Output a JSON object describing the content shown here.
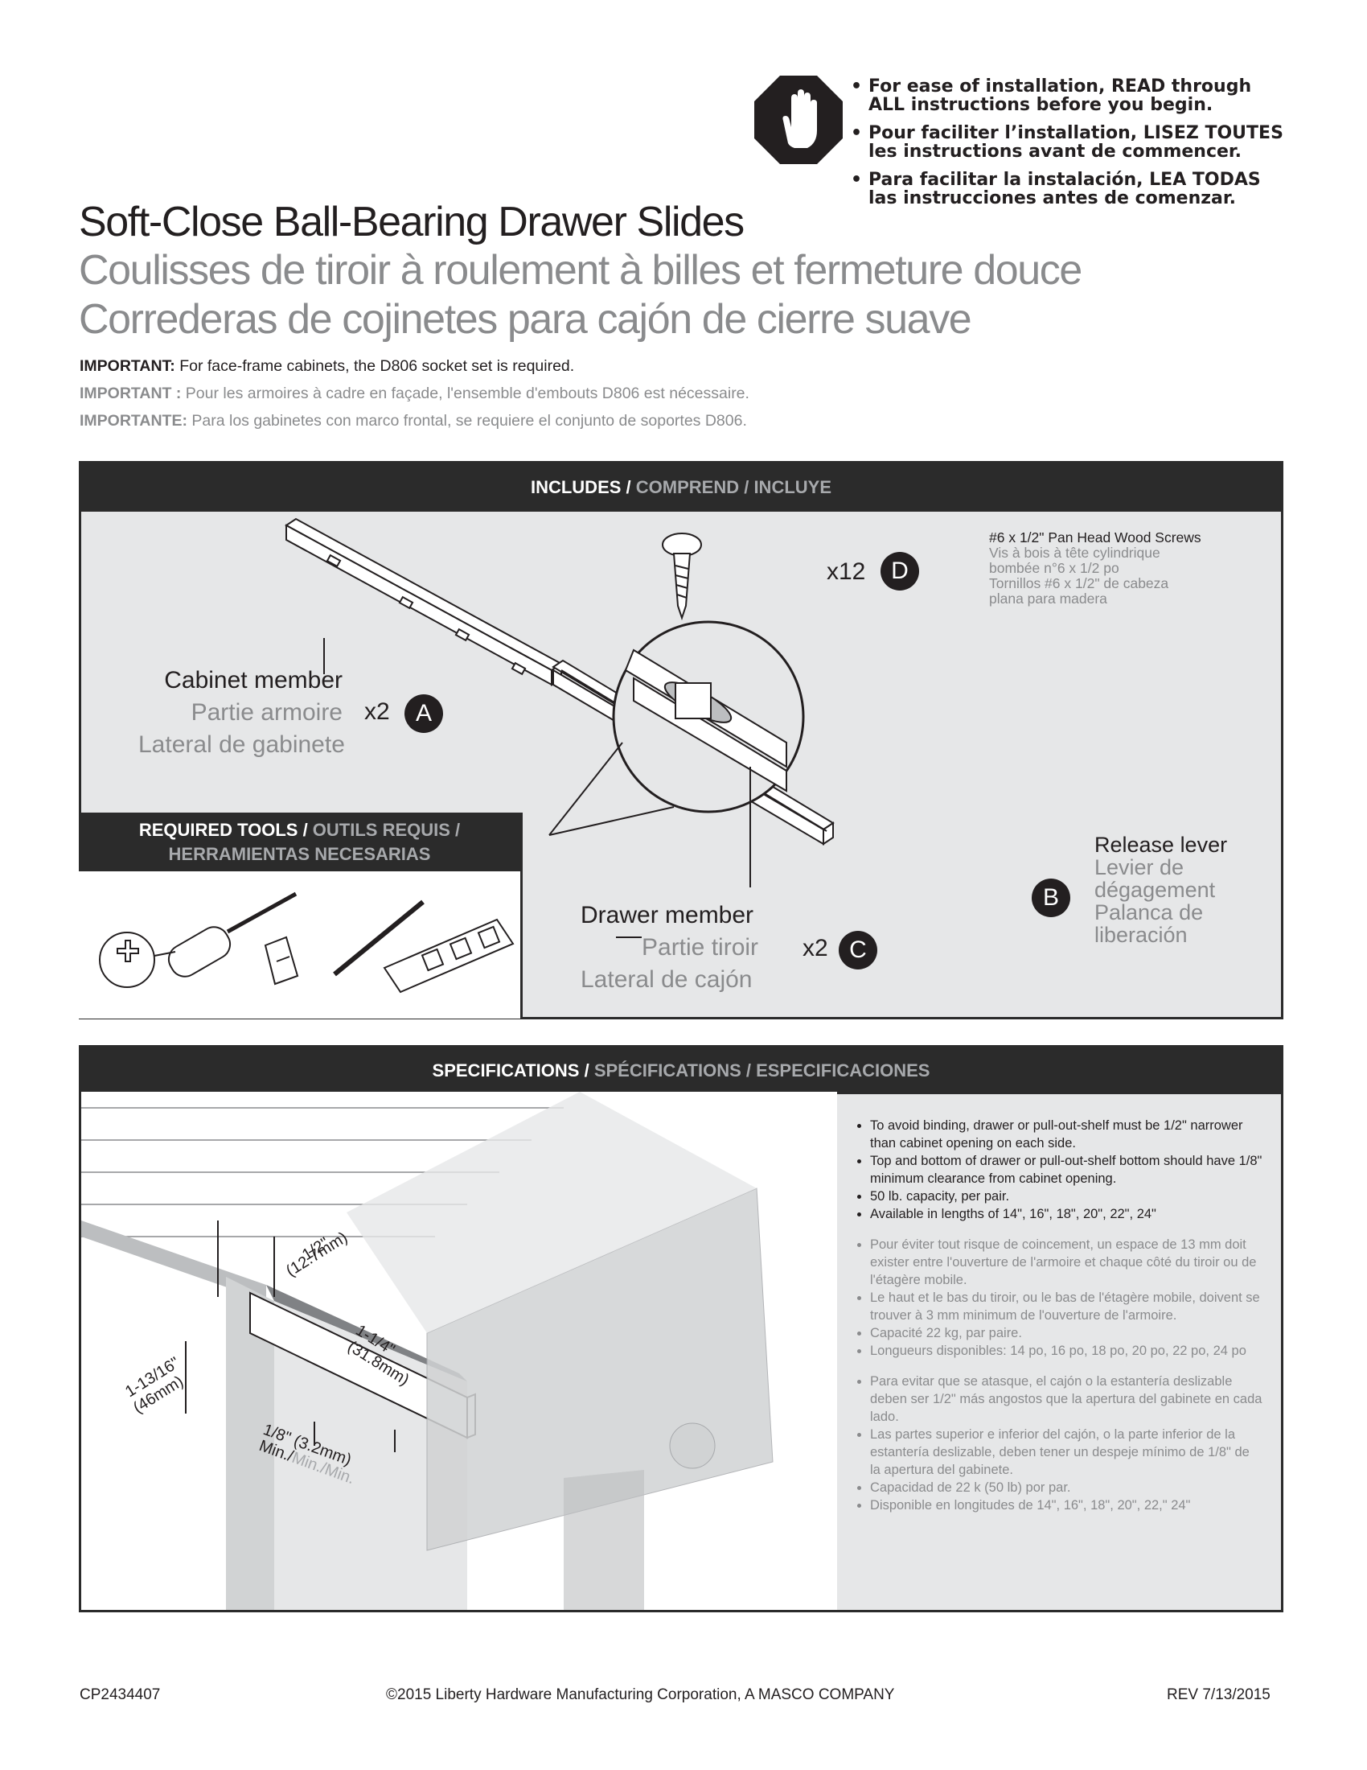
{
  "warning": {
    "items": [
      {
        "line1": "For ease of installation, READ through",
        "line2": "ALL instructions before you begin."
      },
      {
        "line1": "Pour faciliter l’installation, LISEZ TOUTES",
        "line2": "les instructions avant de commencer."
      },
      {
        "line1": "Para facilitar la instalación, LEA TODAS",
        "line2": "las instrucciones antes de comenzar."
      }
    ]
  },
  "title": {
    "en": "Soft-Close Ball-Bearing Drawer Slides",
    "fr": "Coulisses de tiroir à roulement à billes et fermeture douce",
    "es": "Correderas de cojinetes para cajón de cierre suave"
  },
  "important": {
    "en_label": "IMPORTANT:",
    "en_text": " For face-frame cabinets, the D806 socket set is required.",
    "fr_label": "IMPORTANT :",
    "fr_text": " Pour les armoires à cadre en façade, l'ensemble d'embouts D806 est nécessaire.",
    "es_label": "IMPORTANTE:",
    "es_text": " Para los gabinetes con marco frontal, se requiere el conjunto de soportes D806."
  },
  "includes": {
    "head_en": "INCLUDES / ",
    "head_fr_es": "COMPREND / INCLUYE",
    "cabinet_member": {
      "en": "Cabinet member",
      "fr": "Partie armoire",
      "es": "Lateral de gabinete",
      "qty": "x2",
      "letter": "A"
    },
    "drawer_member": {
      "en": "Drawer member",
      "fr": "Partie tiroir",
      "es": "Lateral de cajón",
      "qty": "x2",
      "letter": "C"
    },
    "release_lever": {
      "en": "Release lever",
      "fr1": "Levier de",
      "fr2": "dégagement",
      "es1": "Palanca de",
      "es2": "liberación",
      "letter": "B"
    },
    "screws": {
      "qty": "x12",
      "letter": "D",
      "en": "#6 x 1/2\" Pan Head Wood Screws",
      "fr1": "Vis à bois à tête cylindrique",
      "fr2": "bombée n°6 x 1/2 po",
      "es1": "Tornillos #6 x 1/2\" de cabeza",
      "es2": "plana para madera"
    }
  },
  "tools": {
    "head_en": "REQUIRED TOOLS / ",
    "head_fr": "OUTILS REQUIS /",
    "head_es": "HERRAMIENTAS NECESARIAS"
  },
  "specs": {
    "head_en": "SPECIFICATIONS / ",
    "head_rest": "SPÉCIFICATIONS / ESPECIFICACIONES",
    "dims": {
      "half": "1/2\"",
      "half_mm": "(12.7mm)",
      "one_quarter": "1-1/4\"",
      "one_quarter_mm": "(31.8mm)",
      "thirteen": "1-13/16\"",
      "thirteen_mm": "(46mm)",
      "eighth": "1/8\" (3.2mm)",
      "min_en": "Min./",
      "min_rest": "Min./Min."
    },
    "en": [
      "To avoid binding, drawer or pull-out-shelf must be 1/2\" narrower than cabinet opening on each side.",
      "Top and bottom of drawer or pull-out-shelf bottom should have 1/8\" minimum clearance from cabinet opening.",
      "50 lb. capacity, per pair.",
      "Available in lengths of 14\", 16\", 18\", 20\", 22\", 24\""
    ],
    "fr": [
      "Pour éviter tout risque de coincement, un espace de 13 mm doit exister entre l'ouverture de l'armoire et chaque côté du tiroir ou de l'étagère mobile.",
      "Le haut et le bas du tiroir, ou le bas de l'étagère mobile, doivent se trouver à 3 mm minimum de l'ouverture de l'armoire.",
      "Capacité 22 kg, par paire.",
      "Longueurs disponibles:  14 po, 16 po, 18 po, 20 po, 22 po, 24 po"
    ],
    "es": [
      "Para evitar que se atasque, el cajón o la estantería deslizable deben ser 1/2\" más angostos que la apertura del gabinete en cada lado.",
      "Las partes superior e inferior del cajón, o la parte inferior de la estantería deslizable, deben tener un despeje mínimo de 1/8\" de la apertura del gabinete.",
      "Capacidad de 22 k (50 lb) por par.",
      "Disponible en longitudes de 14\", 16\", 18\", 20\", 22,\" 24\""
    ]
  },
  "footer": {
    "code": "CP2434407",
    "copyright": "©2015 Liberty Hardware Manufacturing Corporation, A MASCO COMPANY",
    "rev": "REV 7/13/2015"
  }
}
